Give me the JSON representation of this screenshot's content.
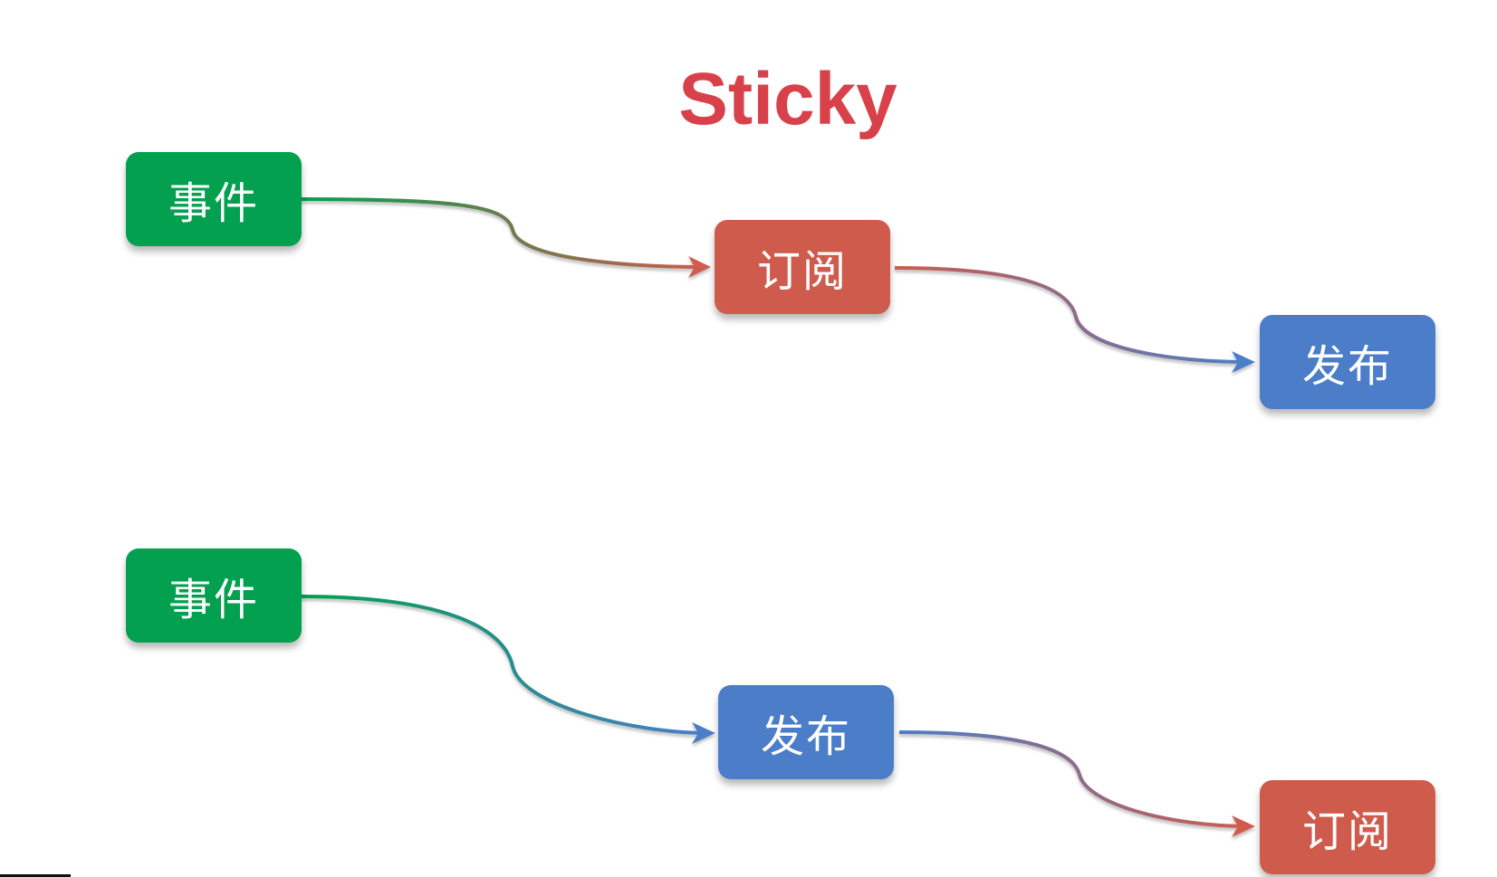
{
  "title": "Sticky",
  "colors": {
    "title": "#d9414a",
    "event": "#02a04f",
    "subscribe": "#cf5b4d",
    "publish": "#4b7dc8"
  },
  "flows": [
    {
      "nodes": [
        {
          "label": "事件",
          "kind": "event"
        },
        {
          "label": "订阅",
          "kind": "subscribe"
        },
        {
          "label": "发布",
          "kind": "publish"
        }
      ]
    },
    {
      "nodes": [
        {
          "label": "事件",
          "kind": "event"
        },
        {
          "label": "发布",
          "kind": "publish"
        },
        {
          "label": "订阅",
          "kind": "subscribe"
        }
      ]
    }
  ]
}
